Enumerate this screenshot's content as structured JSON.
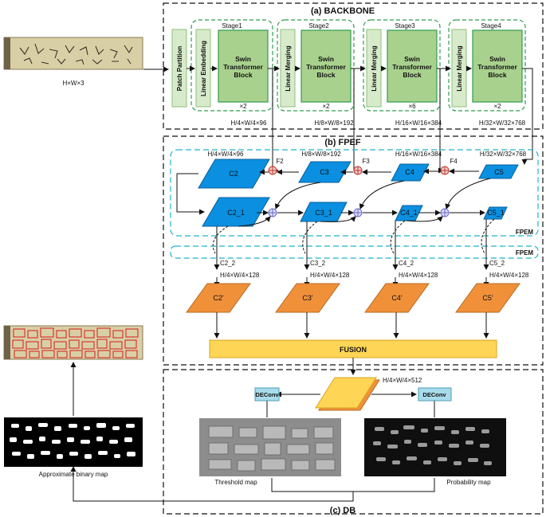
{
  "backbone": {
    "title": "(a) BACKBONE",
    "input_size": "H×W×3",
    "patch_partition": "Patch Partition",
    "linear_embedding": "Linear Embedding",
    "linear_merging": "Linear Merging",
    "block_line1": "Swin",
    "block_line2": "Transformer",
    "block_line3": "Block",
    "stages": [
      {
        "name": "Stage1",
        "repeat": "×2",
        "size": "H/4×W/4×96"
      },
      {
        "name": "Stage2",
        "repeat": "×2",
        "size": "H/8×W/8×192"
      },
      {
        "name": "Stage3",
        "repeat": "×6",
        "size": "H/16×W/16×384"
      },
      {
        "name": "Stage4",
        "repeat": "×2",
        "size": "H/32×W/32×768"
      }
    ]
  },
  "fpef": {
    "title": "(b) FPEF",
    "fpem_label": "FPEM",
    "top_sizes": [
      "H/4×W/4×96",
      "H/8×W/8×192",
      "H/16×W/16×384",
      "H/32×W/32×768"
    ],
    "f_labels": [
      "F2",
      "F3",
      "F4"
    ],
    "c_labels": [
      "C2",
      "C3",
      "C4",
      "C5"
    ],
    "c1_labels": [
      "C2_1",
      "C3_1",
      "C4_1",
      "C5_1"
    ],
    "c2_labels": [
      "C2_2",
      "C3_2",
      "C4_2",
      "C5_2"
    ],
    "out_size": "H/4×W/4×128",
    "cprime_labels": [
      "C2'",
      "C3'",
      "C4'",
      "C5'"
    ],
    "fusion": "FUSION"
  },
  "db": {
    "title": "(c) DB",
    "fused_size": "H/4×W/4×512",
    "deconv": "DEConv",
    "threshold_map": "Threshold map",
    "probability_map": "Probability map",
    "binary_map": "Approximate binary map"
  },
  "colors": {
    "green_fill": "#a9d18e",
    "green_border": "#2e9e4e",
    "light_green": "#d7ebcb",
    "blue_para": "#0b8fe0",
    "orange_para": "#f0913a",
    "fusion_fill": "#ffd556",
    "cyan": "#1fb5c9",
    "deconv_fill": "#a8dceb"
  }
}
